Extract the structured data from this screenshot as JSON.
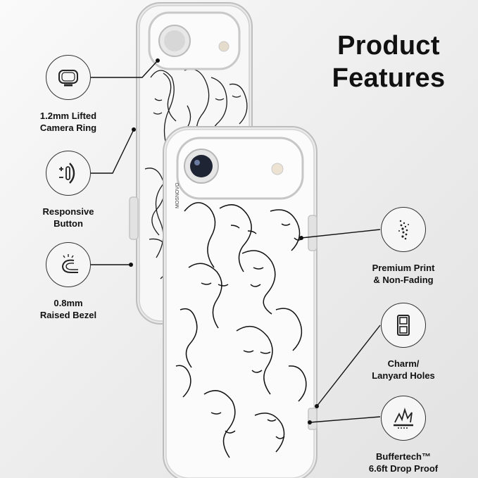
{
  "heading": {
    "line1": "Product",
    "line2": "Features"
  },
  "features_left": [
    {
      "icon": "lifted-camera-ring-icon",
      "line1": "1.2mm Lifted",
      "line2": "Camera Ring"
    },
    {
      "icon": "responsive-button-icon",
      "line1": "Responsive",
      "line2": "Button"
    },
    {
      "icon": "raised-bezel-icon",
      "line1": "0.8mm",
      "line2": "Raised Bezel"
    }
  ],
  "features_right": [
    {
      "icon": "print-dots-icon",
      "line1": "Premium Print",
      "line2": "& Non-Fading"
    },
    {
      "icon": "lanyard-hole-icon",
      "line1": "Charm/",
      "line2": "Lanyard Holes"
    },
    {
      "icon": "drop-impact-icon",
      "line1": "Buffertech™",
      "line2": "6.6ft Drop Proof"
    }
  ],
  "case_branding": "MOSNOVO",
  "colors": {
    "text": "#111111",
    "line": "#1a1a1a",
    "case_clear": "#ffffff"
  }
}
